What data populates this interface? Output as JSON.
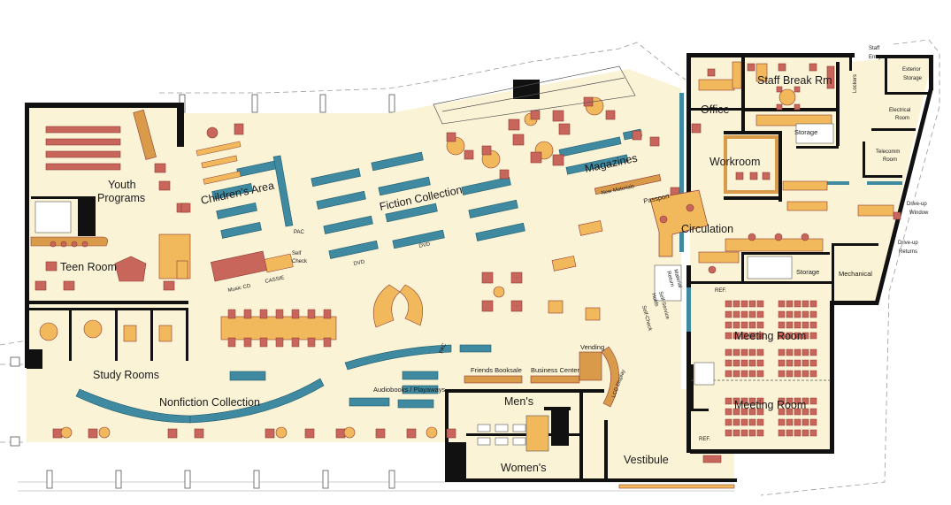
{
  "colors": {
    "floor": "#fbf3d6",
    "wall": "#111111",
    "furniture_red": "#c8665c",
    "furniture_red_dark": "#8e3a33",
    "table_orange": "#f1b85c",
    "shelf_teal": "#3f8aa0",
    "shelf_teal_dark": "#1f5a6c",
    "wood": "#d99a4a",
    "dashed_line": "#9a9a9a"
  },
  "labels": {
    "youth_programs_1": "Youth",
    "youth_programs_2": "Programs",
    "teen_room": "Teen Room",
    "study_rooms": "Study Rooms",
    "childrens_area": "Children's Area",
    "fiction_collection": "Fiction Collection",
    "magazines": "Magazines",
    "new_materials": "New Materials",
    "passport": "Passport",
    "circulation": "Circulation",
    "office": "Office",
    "staff_break_rm": "Staff Break Rm",
    "storage_top": "Storage",
    "workroom": "Workroom",
    "exterior_storage_1": "Exterior",
    "exterior_storage_2": "Storage",
    "electrical_room_1": "Electrical",
    "electrical_room_2": "Room",
    "telecomm_room_1": "Telecomm",
    "telecomm_room_2": "Room",
    "staff_entry_1": "Staff",
    "staff_entry_2": "Entry",
    "lockers": "Lockers",
    "drive_up_window_1": "Drive-up",
    "drive_up_window_2": "Window",
    "drive_up_returns_1": "Drive-up",
    "drive_up_returns_2": "Returns",
    "mechanical": "Mechanical",
    "storage_mid": "Storage",
    "ref_top": "REF.",
    "ref_bottom": "REF.",
    "meeting_room_top": "Meeting Room",
    "meeting_room_bottom": "Meeting Room",
    "material_return_1": "Material",
    "material_return_2": "Return",
    "self_service_holds_1": "Self-Service",
    "self_service_holds_2": "Holds",
    "self_check_circ": "Self-Check",
    "pac_children": "PAC",
    "self_check_children_1": "Self",
    "self_check_children_2": "Check",
    "music_cd": "Music CD",
    "cassie": "CASSIE",
    "dvd_1": "DVD",
    "dvd_2": "DVD",
    "pac_mid": "PAC",
    "nonfiction_collection": "Nonfiction Collection",
    "audiobooks": "Audiobooks / Playaways",
    "friends_booksale": "Friends Booksale",
    "business_center": "Business Center",
    "vending": "Vending",
    "lcd_display": "LCD Display",
    "mens": "Men's",
    "womens": "Women's",
    "vestibule": "Vestibule"
  }
}
